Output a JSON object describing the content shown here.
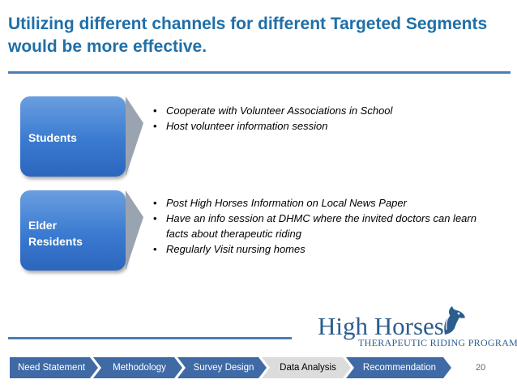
{
  "slide": {
    "title": "Utilizing different channels for different Targeted Segments would be more effective.",
    "page_number": "20"
  },
  "segments": [
    {
      "label": "Students",
      "bullets": [
        "Cooperate with Volunteer Associations in School",
        "Host volunteer information session"
      ]
    },
    {
      "label_line1": "Elder",
      "label_line2": "Residents",
      "bullets": [
        "Post High Horses Information on Local News Paper",
        "Have an info session at DHMC where the invited doctors can learn facts about therapeutic riding",
        "Regularly Visit nursing homes"
      ]
    }
  ],
  "logo": {
    "name": "High Horses",
    "tagline": "THERAPEUTIC RIDING PROGRAM"
  },
  "nav": {
    "steps": [
      "Need Statement",
      "Methodology",
      "Survey Design",
      "Data Analysis",
      "Recommendation"
    ],
    "active_index": 3
  },
  "colors": {
    "title": "#1f6fa8",
    "rule": "#4a7db5",
    "segment_box": "#3a7ad0",
    "chevron": "#9aa4b0",
    "nav_step": "#3f6aa6",
    "nav_active": "#dcdcdc",
    "logo": "#2c5d8f"
  }
}
